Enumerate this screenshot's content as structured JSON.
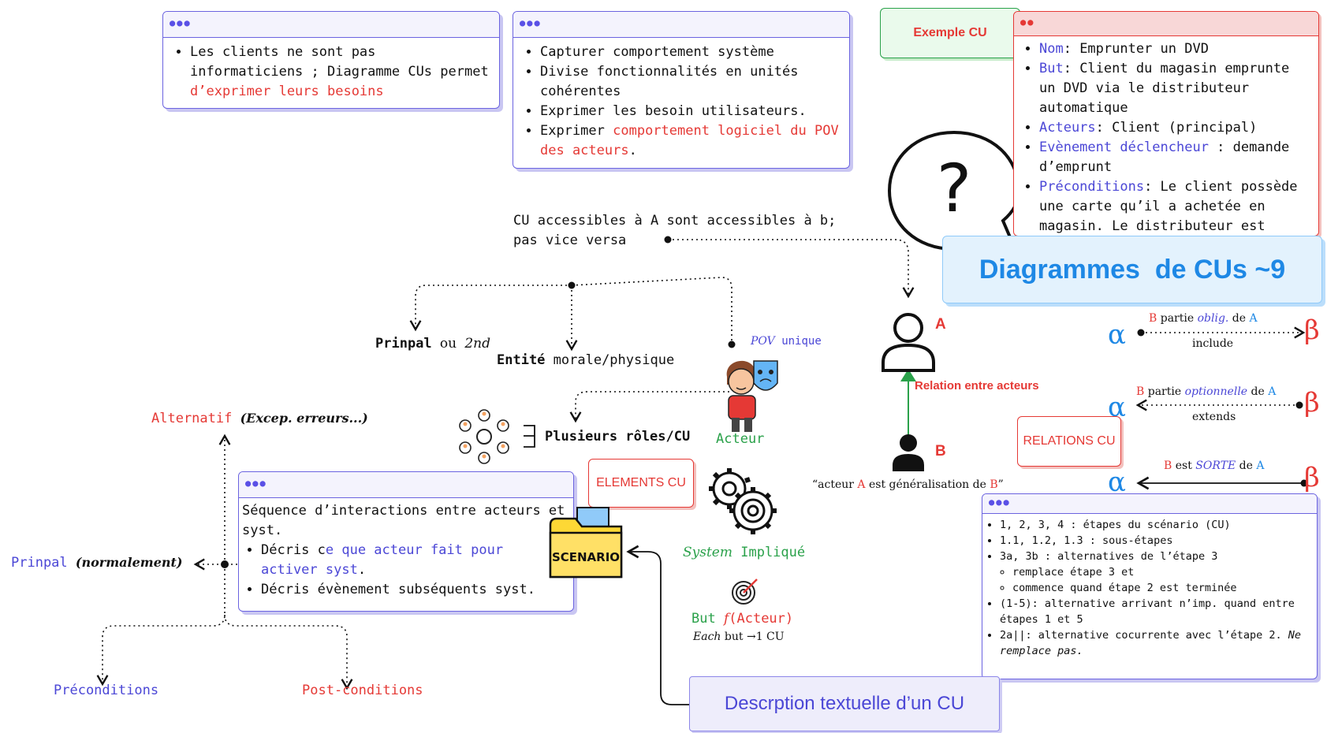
{
  "title": "Diagrammes  de CUs ~9",
  "box_clients": {
    "line1": "Les clients ne sont pas",
    "line2": "informaticiens ; Diagramme CUs permet",
    "line3": "d’exprimer leurs besoins"
  },
  "box_purpose": {
    "item1": "Capturer comportement système",
    "item2a": "Divise fonctionnalités en unités",
    "item2b": "cohérentes",
    "item3": "Exprimer les besoin utilisateurs.",
    "item4_prefix": "Exprimer ",
    "item4_red": "comportement logiciel du POV",
    "item4_red2": "des acteurs",
    "item4_suffix": "."
  },
  "exemple_cu": {
    "tag": "Exemple CU",
    "nom_key": "Nom",
    "nom_val": ": Emprunter un DVD",
    "but_key": "But",
    "but_val1": ": Client du magasin emprunte",
    "but_val2": "un DVD via le distributeur",
    "but_val3": "automatique",
    "acteurs_key": "Acteurs",
    "acteurs_val": ": Client (principal)",
    "event_key": "Evènement déclencheur",
    "event_val1": " : demande",
    "event_val2": "d’emprunt",
    "precond_key": "Préconditions",
    "precond_val1": ": Le client possède",
    "precond_val2": "une carte qu’il a achetée en",
    "precond_val3": "magasin. Le distributeur est"
  },
  "access_note": {
    "line1": "CU accessibles à A sont accessibles à b;",
    "line2": "pas vice versa"
  },
  "actor_tree": {
    "prinpal": "Prinpal",
    "ou": "ou",
    "second": "2nd",
    "entite_bold": "Entité",
    "entite_rest": " morale/physique",
    "pov": "POV",
    "unique": " unique",
    "roles": "Plusieurs rôles/CU",
    "acteur": "Acteur"
  },
  "generalisation": {
    "a": "A",
    "b": "B",
    "relation": "Relation entre acteurs",
    "sentence_prefix": "“acteur ",
    "sentence_a": "A",
    "sentence_mid": " est généralisation de ",
    "sentence_b": "B",
    "sentence_suffix": "”"
  },
  "relations": {
    "tag": "RELATIONS CU",
    "include_top_b": "B",
    "include_top_mid": " partie ",
    "include_top_kw": "oblig.",
    "include_top_de": " de ",
    "include_top_a": "A",
    "include_label": "include",
    "extend_top_b": "B",
    "extend_top_mid": " partie ",
    "extend_top_kw": "optionnelle",
    "extend_top_de": " de ",
    "extend_top_a": "A",
    "extend_label": "extends",
    "sorte_b": "B",
    "sorte_mid": " est ",
    "sorte_kw": "SORTE",
    "sorte_de": " de ",
    "sorte_a": "A",
    "alpha": "α",
    "beta": "β"
  },
  "elements_cu": {
    "tag": "ELEMENTS CU",
    "system": "System",
    "implique": " Impliqué",
    "but": "But ",
    "but_f": "f",
    "but_acteur": "(Acteur)",
    "each": "Each",
    "each_rest": " but ",
    "each_arrow": "→",
    "each_cu": "1 CU"
  },
  "scenario": {
    "icon_label": "SCENARIO",
    "line1": "Séquence d’interactions entre acteurs et",
    "line2": "syst.",
    "item1_prefix": "Décris c",
    "item1_blue": "e que acteur fait pour",
    "item1_blue2": "activer syst",
    "item1_suffix": ".",
    "item2": "Décris évènement subséquents syst."
  },
  "flow": {
    "alternatif": "Alternatif",
    "alternatif_note": "(Excep. erreurs...)",
    "prinpal": "Prinpal",
    "prinpal_note": "(normalement)",
    "preconditions": "Préconditions",
    "postconditions": "Post-conditions"
  },
  "numbering": {
    "item1": "1, 2, 3, 4 : étapes du scénario (CU)",
    "item2": "1.1, 1.2, 1.3 : sous-étapes",
    "item3": "3a, 3b : alternatives de l’étape 3",
    "sub1": "remplace étape 3 et",
    "sub2": "commence quand étape 2 est terminée",
    "item4a": "(1-5): alternative arrivant n’imp. quand entre",
    "item4b": "étapes 1 et 5",
    "item5a": "2a||: alternative cocurrente avec l’étape 2. ",
    "item5_it1": "Ne",
    "item5_it2": "remplace pas."
  },
  "description_box": "Descrption textuelle d’un CU",
  "colors": {
    "accent_blue": "#4b47d6",
    "accent_red": "#e53935",
    "accent_green": "#2aa14a",
    "title_blue": "#1e88e5"
  }
}
